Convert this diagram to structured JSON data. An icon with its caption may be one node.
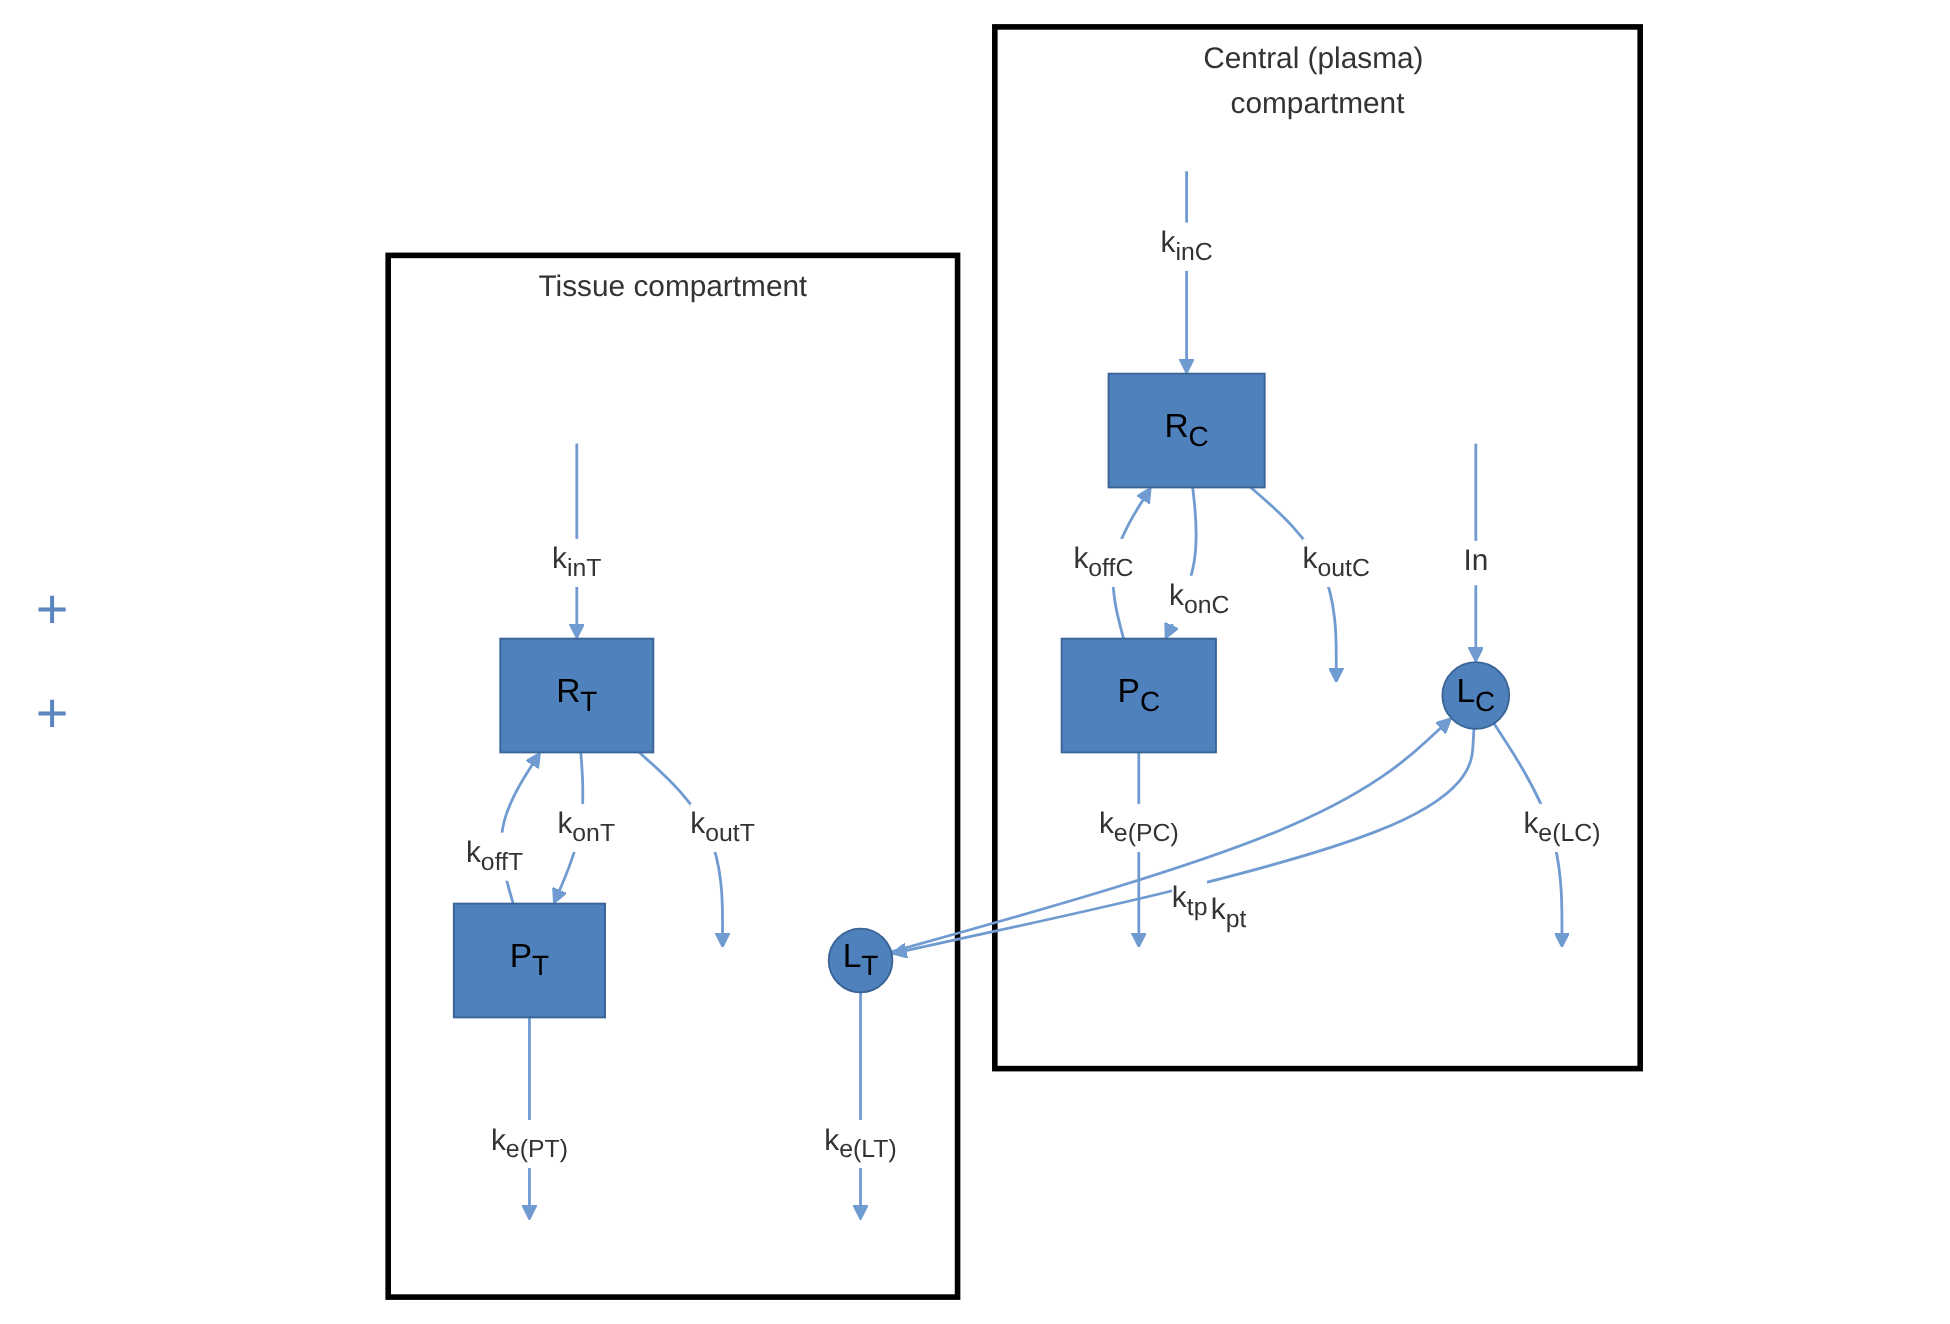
{
  "diagram": {
    "nodes": [
      {
        "text": [
          "Central (plasma) compartment"
        ]
      },
      {
        "text": [
          "L$_{C}$"
        ],
        "in": 0
      },
      {
        "text": [
          "R$_{C}$"
        ],
        "in": 0
      },
      {
        "text": [
          "P$_{C}$"
        ],
        "in": 0
      },
      {
        "text": [
          "Tissue compartment"
        ]
      },
      {
        "text": [
          "L$_{T}$"
        ],
        "in": 4
      },
      {
        "text": [
          "R$_{T}$"
        ],
        "in": 4
      },
      {
        "text": [
          "P$_{T}$"
        ],
        "in": 4
      }
    ],
    "edges": [
      {
        "from": null,
        "to": 1,
        "arrow": "to",
        "label": "In"
      },
      {
        "from": 1,
        "to": null,
        "arrow": "to",
        "label": "k$_{e(LC)}$"
      },
      {
        "from": null,
        "to": 2,
        "arrow": "to",
        "label": "k$_{inC}$"
      },
      {
        "from": 2,
        "to": null,
        "arrow": "to",
        "label": "k$_{outC}$"
      },
      {
        "from": 2,
        "to": 3,
        "arrow": "to",
        "label": "k$_{onC}$"
      },
      {
        "from": 3,
        "to": 2,
        "arrow": "to",
        "label": "k$_{offC}$"
      },
      {
        "from": 3,
        "to": null,
        "arrow": "to",
        "label": "k$_{e(PC)}$"
      },
      {
        "from": 1,
        "to": 5,
        "arrow": "to",
        "label": "k$_{pt}$"
      },
      {
        "from": 5,
        "to": 1,
        "arrow": "to",
        "label": "k$_{tp}$"
      },
      {
        "from": 5,
        "to": null,
        "arrow": "to",
        "label": "k$_{e(LT)}$"
      },
      {
        "from": null,
        "to": 6,
        "arrow": "to",
        "label": "k$_{inT}$"
      },
      {
        "from": 6,
        "to": null,
        "arrow": "to",
        "label": "k$_{outT}$"
      },
      {
        "from": 6,
        "to": 7,
        "arrow": "to",
        "label": "k$_{onT}$"
      },
      {
        "from": 7,
        "to": 6,
        "arrow": "to",
        "label": "k$_{offT}$"
      },
      {
        "from": 7,
        "to": null,
        "arrow": "to",
        "label": "k$_{e(PT)}$"
      }
    ],
    "labels": [
      "+",
      "+"
    ]
  }
}
